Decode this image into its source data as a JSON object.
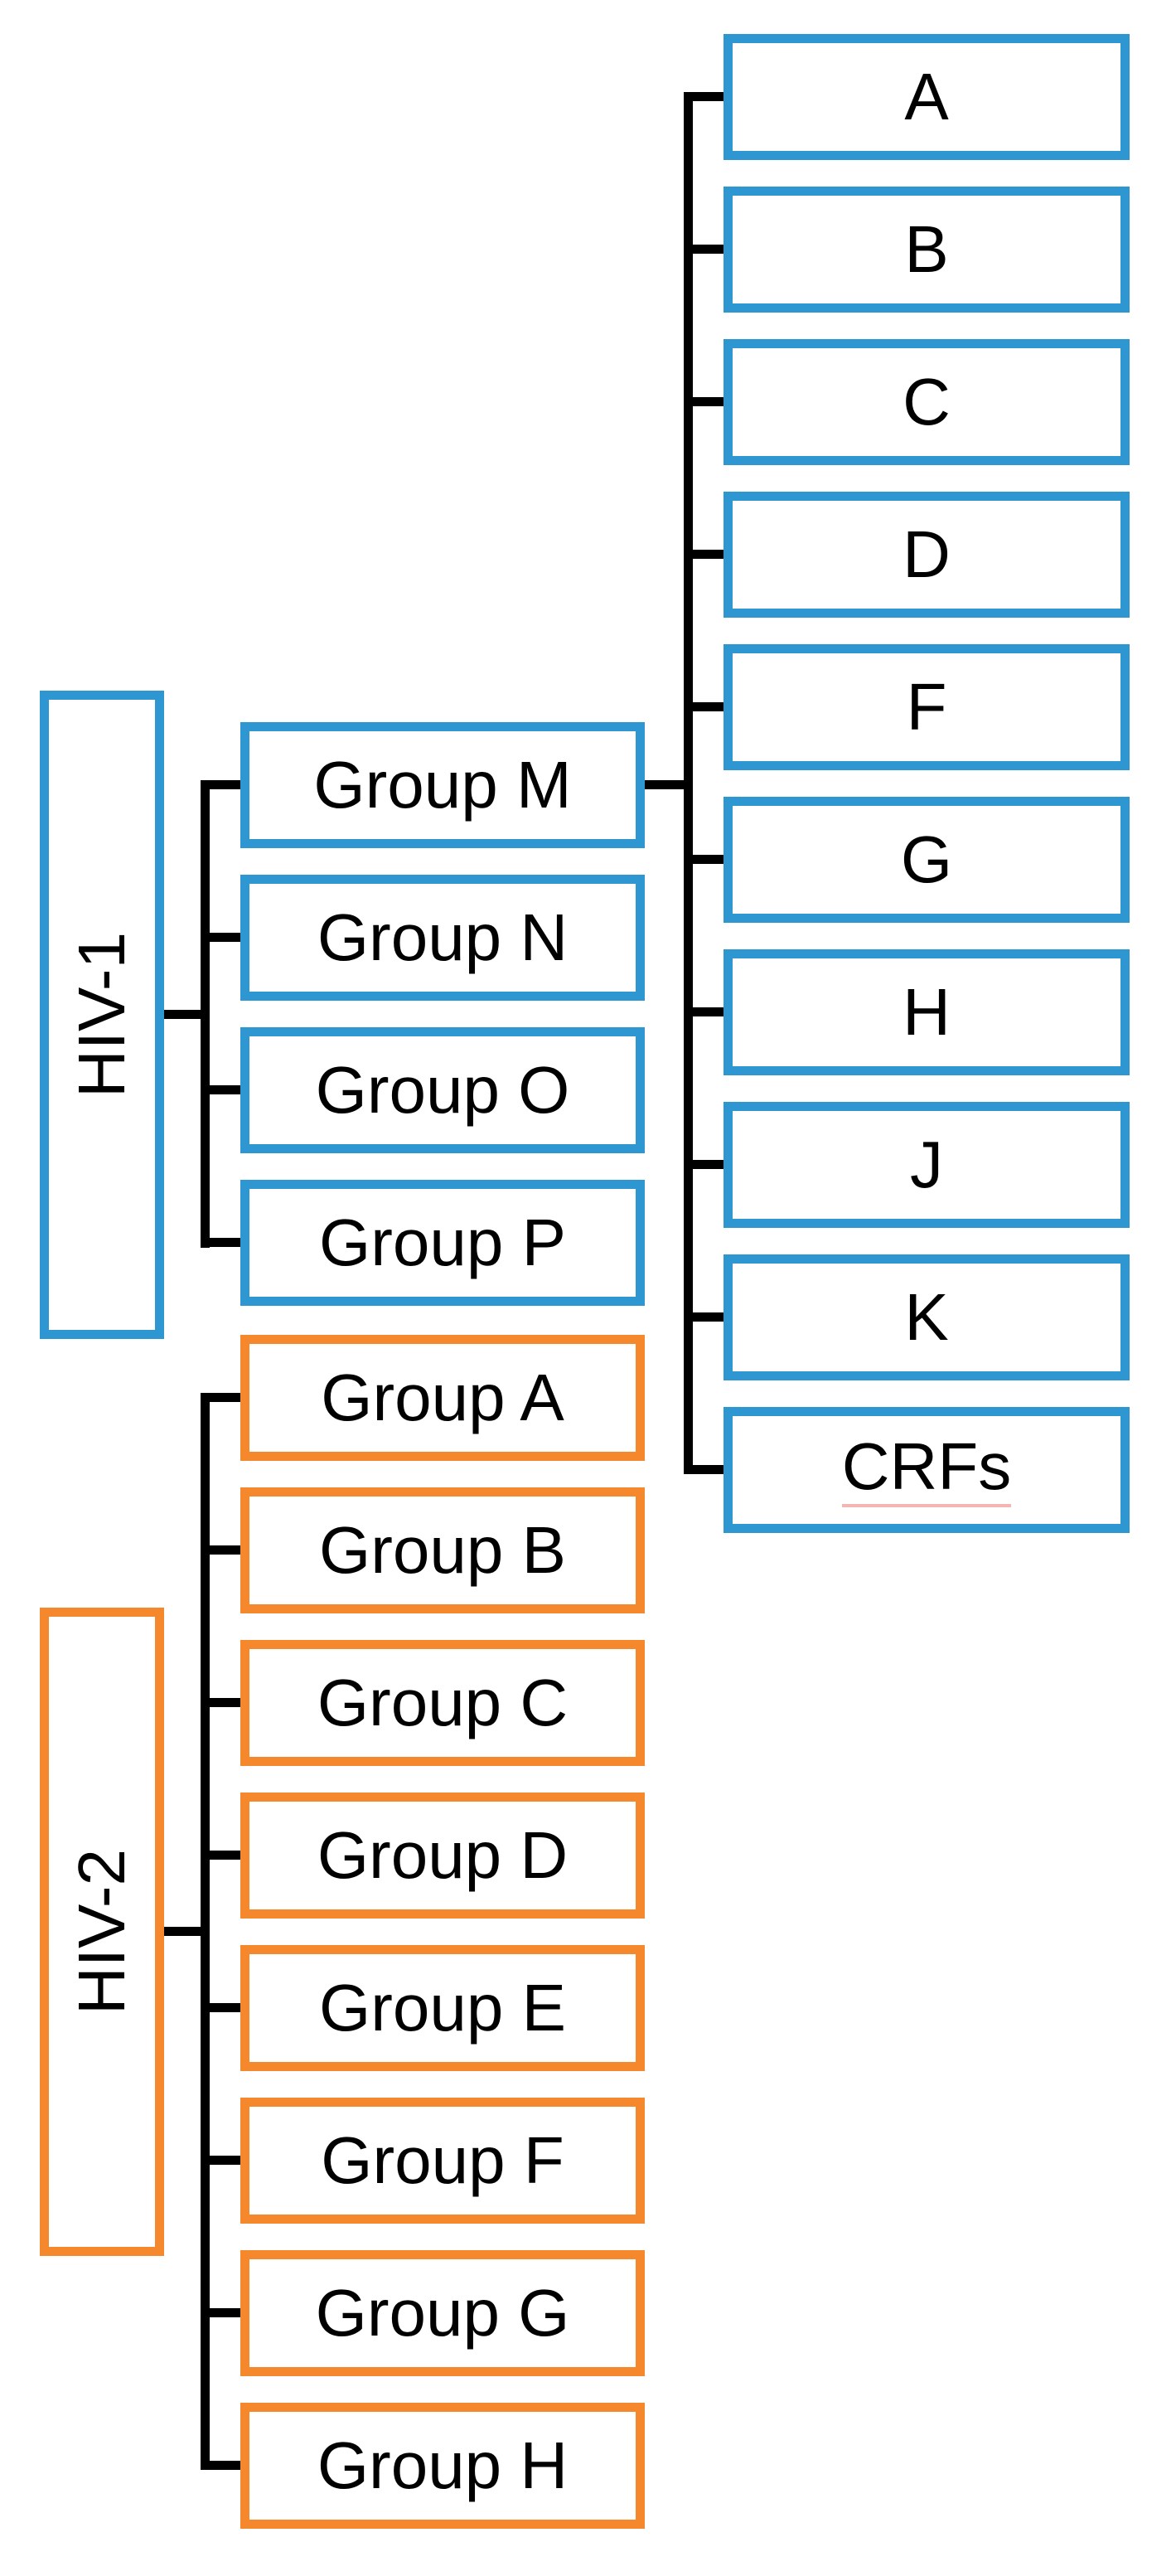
{
  "colors": {
    "hiv1_accent": "#2E96D1",
    "hiv2_accent": "#F5872D",
    "connector_line": "#000000",
    "box_fill": "#FFFFFF",
    "text": "#000000",
    "crfs_spellcheck_underline": "#F5B5B5"
  },
  "hiv1": {
    "label": "HIV-1",
    "groups": [
      "Group M",
      "Group N",
      "Group O",
      "Group P"
    ]
  },
  "hiv2": {
    "label": "HIV-2",
    "groups": [
      "Group A",
      "Group B",
      "Group C",
      "Group D",
      "Group E",
      "Group F",
      "Group G",
      "Group H"
    ]
  },
  "group_m_subtypes": [
    "A",
    "B",
    "C",
    "D",
    "F",
    "G",
    "H",
    "J",
    "K",
    "CRFs"
  ]
}
